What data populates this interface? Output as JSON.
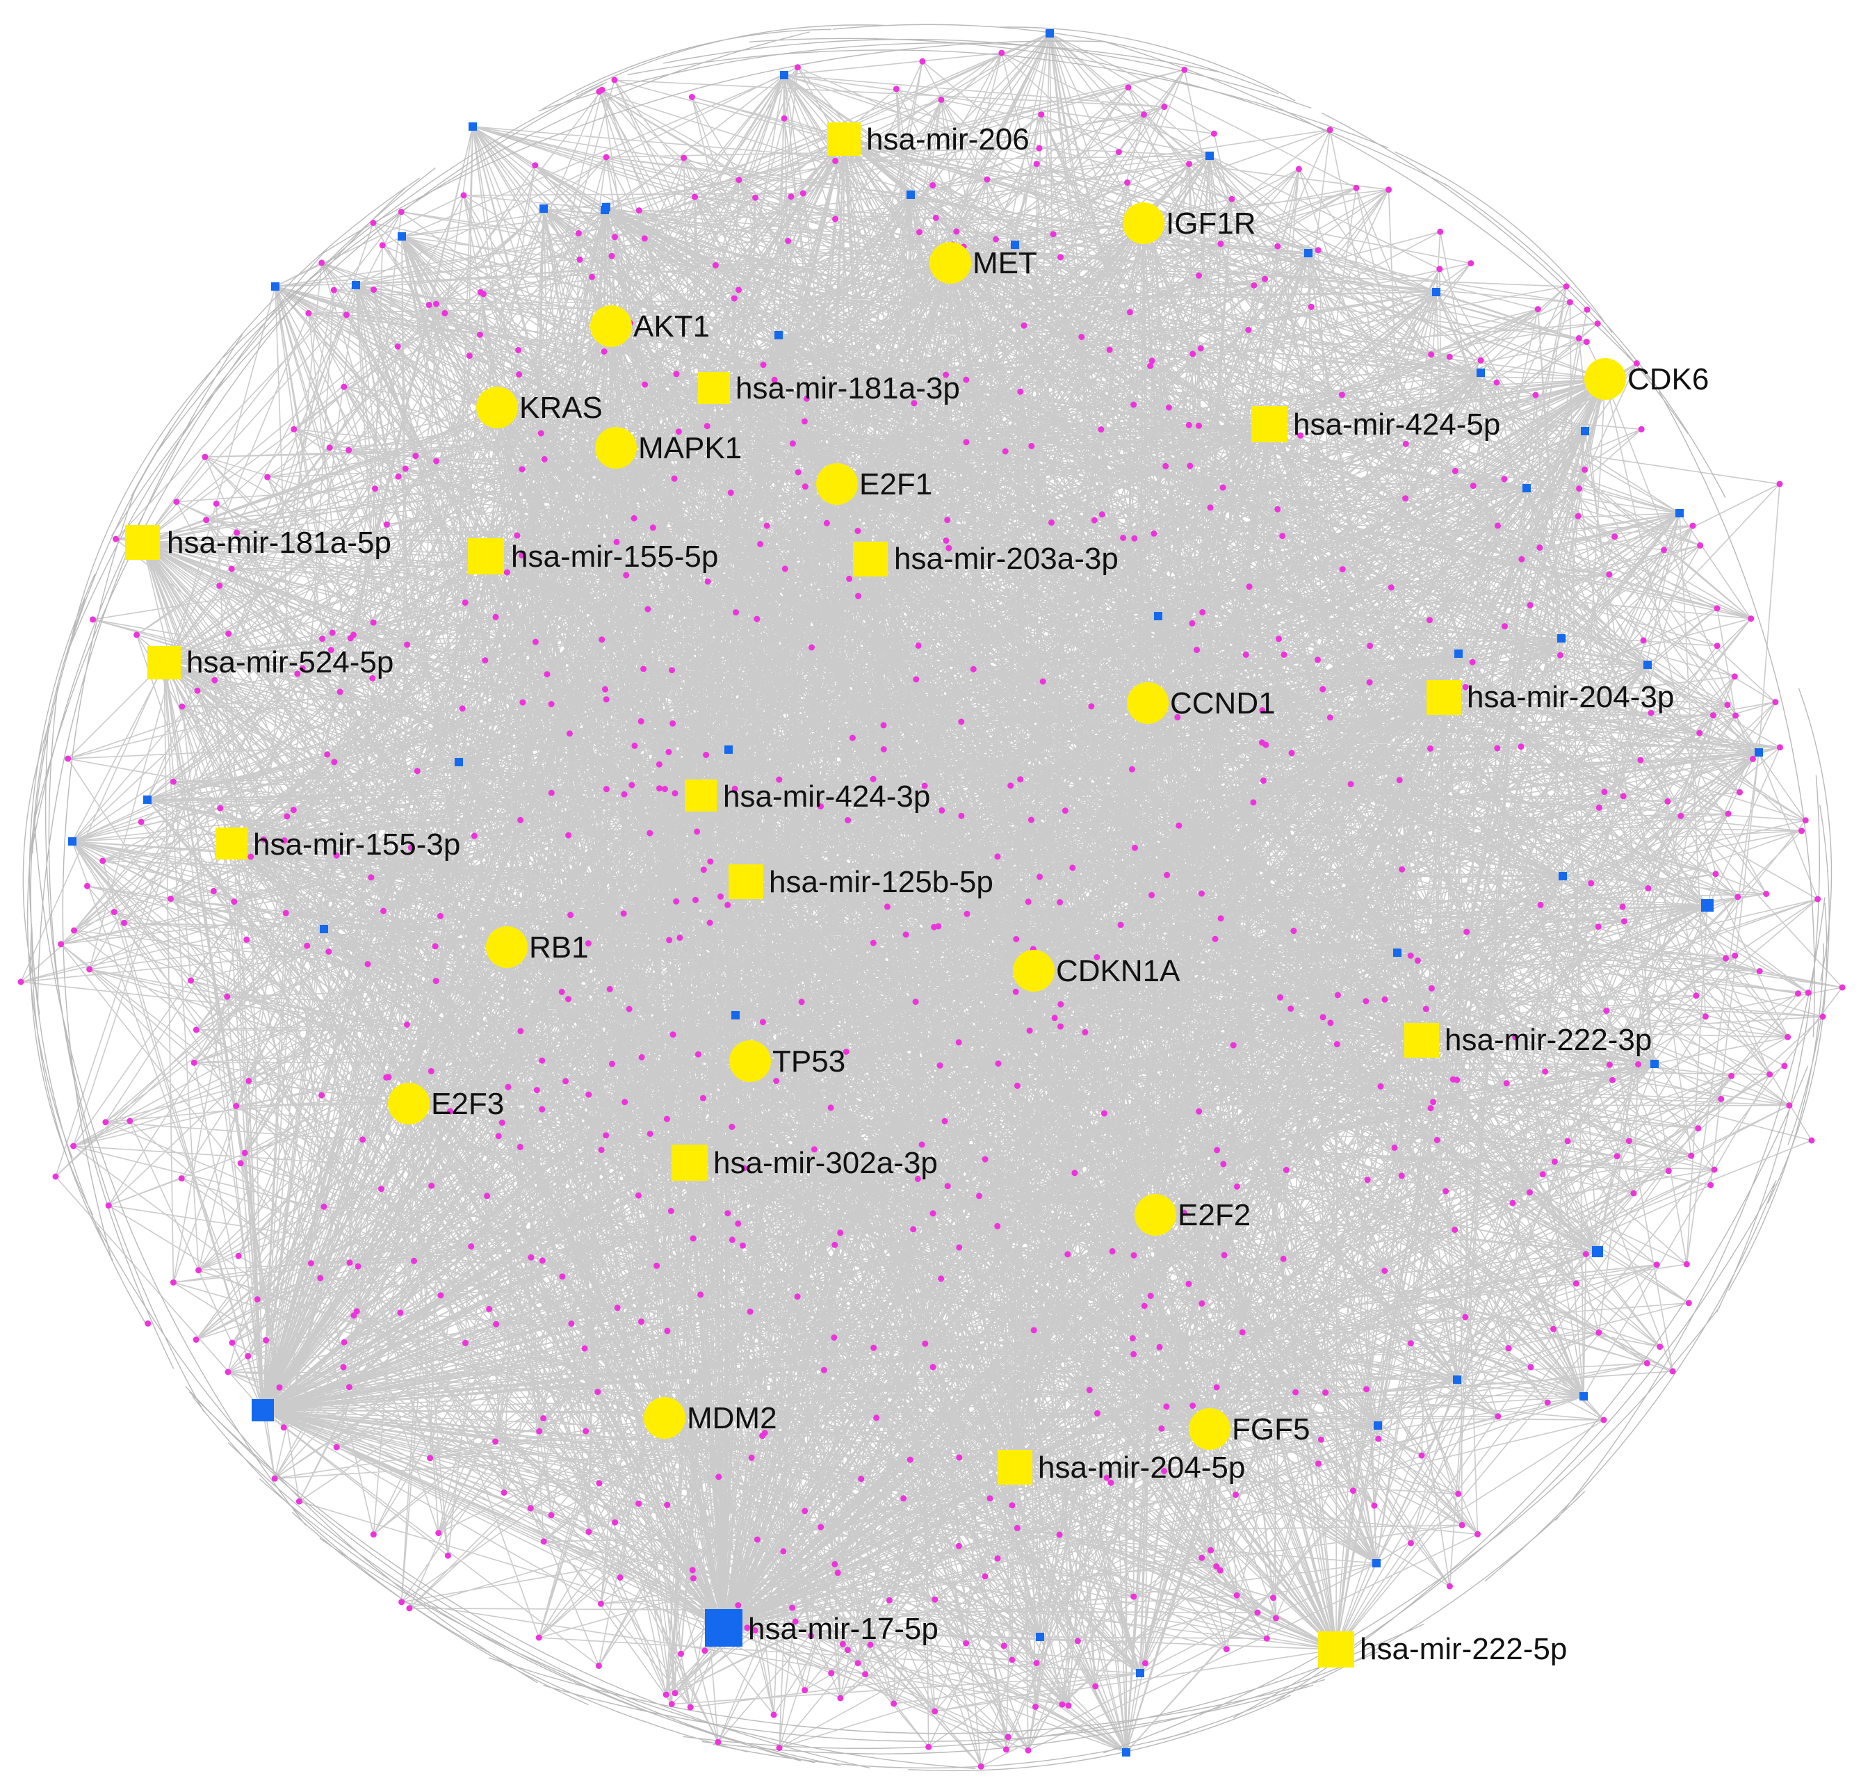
{
  "network": {
    "colors": {
      "edge": "#b9b9b9",
      "highlight": "#ffee00",
      "secondary_mirna": "#1469ee",
      "minor_node": "#ee33dd",
      "background": "#ffffff",
      "label": "#111111"
    },
    "genes": [
      "IGF1R",
      "MET",
      "AKT1",
      "CDK6",
      "KRAS",
      "MAPK1",
      "E2F1",
      "CCND1",
      "RB1",
      "CDKN1A",
      "TP53",
      "E2F3",
      "E2F2",
      "MDM2",
      "FGF5"
    ],
    "mirnas": [
      "hsa-mir-206",
      "hsa-mir-181a-3p",
      "hsa-mir-424-5p",
      "hsa-mir-181a-5p",
      "hsa-mir-155-5p",
      "hsa-mir-203a-3p",
      "hsa-mir-524-5p",
      "hsa-mir-204-3p",
      "hsa-mir-424-3p",
      "hsa-mir-155-3p",
      "hsa-mir-125b-5p",
      "hsa-mir-222-3p",
      "hsa-mir-302a-3p",
      "hsa-mir-204-5p",
      "hsa-mir-17-5p",
      "hsa-mir-222-5p"
    ]
  }
}
